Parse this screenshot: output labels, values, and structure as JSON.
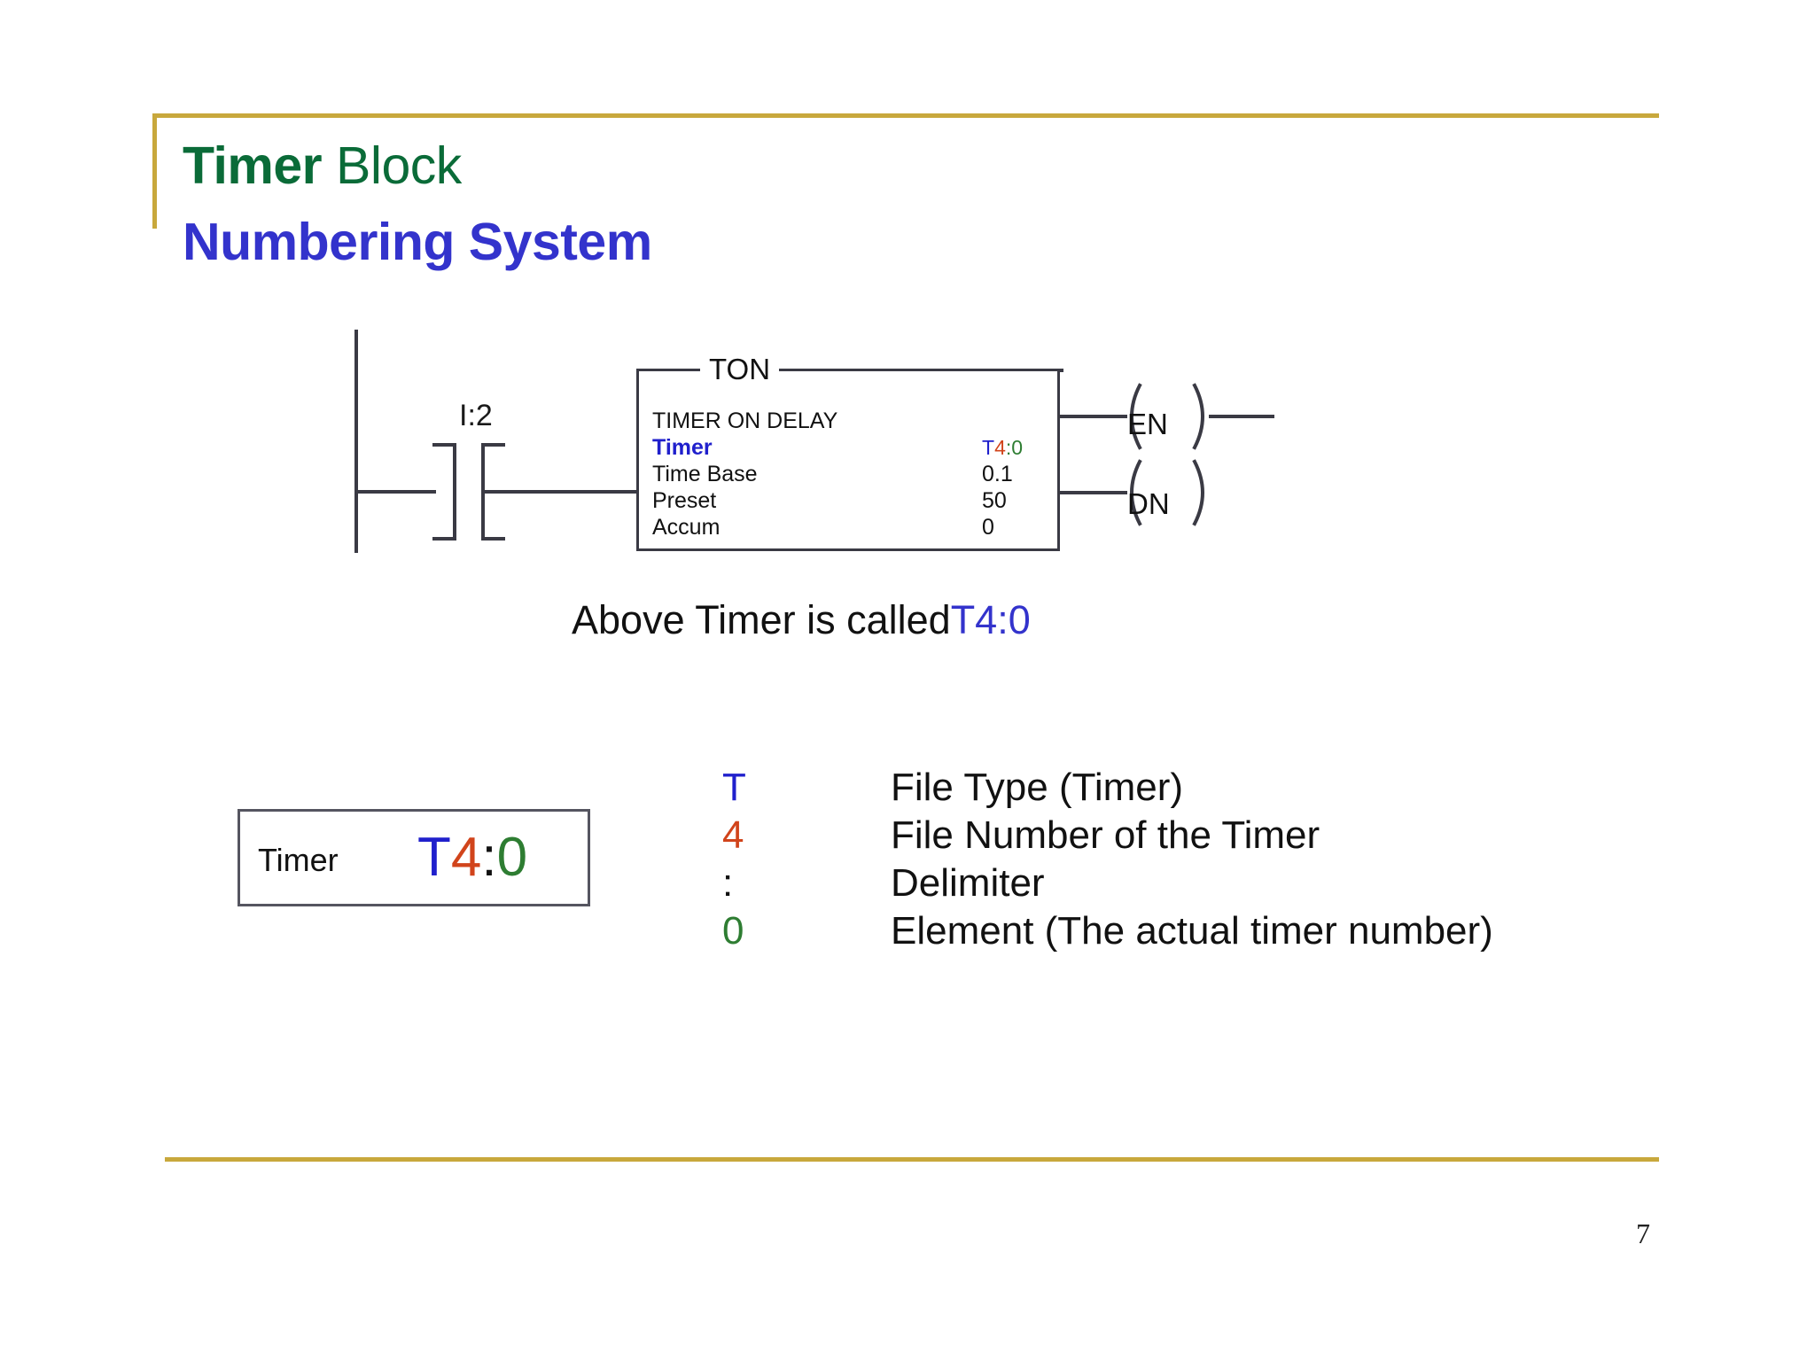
{
  "slide": {
    "page_number": "7",
    "accent_gold": "#C8A83C",
    "title_green": "#0A6B38",
    "title_blue": "#3333CC"
  },
  "title": {
    "line1_bold": "Timer",
    "line1_regular": " Block",
    "line2": "Numbering System"
  },
  "ladder": {
    "input_label": "I:2",
    "ton": {
      "header": "TON",
      "rows": [
        {
          "label": "TIMER ON DELAY",
          "value": ""
        },
        {
          "label": "Timer",
          "value_t": "T",
          "value_4": "4",
          "value_colon": ":",
          "value_0": "0"
        },
        {
          "label": "Time Base",
          "value": "0.1"
        },
        {
          "label": "Preset",
          "value": "50"
        },
        {
          "label": "Accum",
          "value": "0"
        }
      ]
    },
    "outputs": [
      {
        "label": "EN"
      },
      {
        "label": "DN"
      }
    ]
  },
  "caption": {
    "text": "Above Timer is called",
    "code": "T4:0"
  },
  "timer_box": {
    "label": "Timer",
    "code_t": "T",
    "code_4": "4",
    "code_colon": ":",
    "code_0": "0"
  },
  "legend": {
    "rows": [
      {
        "symbol": "T",
        "color": "#2020CC",
        "description": "File Type (Timer)"
      },
      {
        "symbol": "4",
        "color": "#D1441B",
        "description": "File Number of the Timer"
      },
      {
        "symbol": ":",
        "color": "#111111",
        "description": "Delimiter"
      },
      {
        "symbol": "0",
        "color": "#2E7D32",
        "description": "Element (The actual timer number)"
      }
    ]
  }
}
